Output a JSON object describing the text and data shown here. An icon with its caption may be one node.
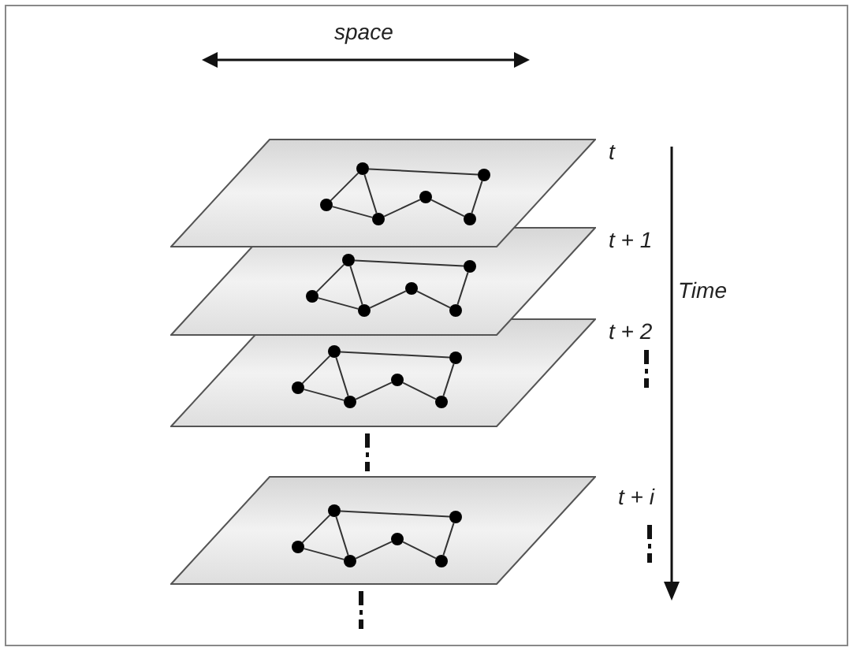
{
  "diagram": {
    "nodes": [
      {
        "text": [],
        "shape": "plane",
        "beside": [
          "t"
        ]
      },
      {
        "text": [],
        "shape": "circle",
        "in": 0
      },
      {
        "text": [],
        "shape": "circle",
        "in": 0
      },
      {
        "text": [],
        "shape": "circle",
        "in": 0
      },
      {
        "text": [],
        "shape": "circle",
        "in": 0
      },
      {
        "text": [],
        "shape": "circle",
        "in": 0
      },
      {
        "text": [],
        "shape": "circle",
        "in": 0
      },
      {
        "text": [],
        "shape": "plane",
        "beside": [
          "t + 1"
        ]
      },
      {
        "text": [],
        "shape": "circle",
        "in": 7
      },
      {
        "text": [],
        "shape": "circle",
        "in": 7
      },
      {
        "text": [],
        "shape": "circle",
        "in": 7
      },
      {
        "text": [],
        "shape": "circle",
        "in": 7
      },
      {
        "text": [],
        "shape": "circle",
        "in": 7
      },
      {
        "text": [],
        "shape": "circle",
        "in": 7
      },
      {
        "text": [],
        "shape": "plane",
        "beside": [
          "t + 2"
        ]
      },
      {
        "text": [],
        "shape": "circle",
        "in": 14
      },
      {
        "text": [],
        "shape": "circle",
        "in": 14
      },
      {
        "text": [],
        "shape": "circle",
        "in": 14
      },
      {
        "text": [],
        "shape": "circle",
        "in": 14
      },
      {
        "text": [],
        "shape": "circle",
        "in": 14
      },
      {
        "text": [],
        "shape": "circle",
        "in": 14
      },
      {
        "text": [],
        "shape": "plane",
        "beside": [
          "t + *i*"
        ]
      },
      {
        "text": [],
        "shape": "circle",
        "in": 21
      },
      {
        "text": [],
        "shape": "circle",
        "in": 21
      },
      {
        "text": [],
        "shape": "circle",
        "in": 21
      },
      {
        "text": [],
        "shape": "circle",
        "in": 21
      },
      {
        "text": [],
        "shape": "circle",
        "in": 21
      },
      {
        "text": [],
        "shape": "circle",
        "in": 21
      }
    ],
    "edges": [
      {
        "from": 1,
        "to": 2,
        "arrow": "none"
      },
      {
        "from": 1,
        "to": 3,
        "arrow": "none"
      },
      {
        "from": 1,
        "to": 4,
        "arrow": "none"
      },
      {
        "from": 3,
        "to": 4,
        "arrow": "none"
      },
      {
        "from": 4,
        "to": 5,
        "arrow": "none"
      },
      {
        "from": 5,
        "to": 6,
        "arrow": "none"
      },
      {
        "from": 6,
        "to": 2,
        "arrow": "none"
      },
      {
        "from": 8,
        "to": 9,
        "arrow": "none"
      },
      {
        "from": 8,
        "to": 10,
        "arrow": "none"
      },
      {
        "from": 8,
        "to": 11,
        "arrow": "none"
      },
      {
        "from": 10,
        "to": 11,
        "arrow": "none"
      },
      {
        "from": 11,
        "to": 12,
        "arrow": "none"
      },
      {
        "from": 12,
        "to": 13,
        "arrow": "none"
      },
      {
        "from": 13,
        "to": 9,
        "arrow": "none"
      },
      {
        "from": 15,
        "to": 16,
        "arrow": "none"
      },
      {
        "from": 15,
        "to": 17,
        "arrow": "none"
      },
      {
        "from": 15,
        "to": 18,
        "arrow": "none"
      },
      {
        "from": 17,
        "to": 18,
        "arrow": "none"
      },
      {
        "from": 18,
        "to": 19,
        "arrow": "none"
      },
      {
        "from": 19,
        "to": 20,
        "arrow": "none"
      },
      {
        "from": 20,
        "to": 16,
        "arrow": "none"
      },
      {
        "from": 22,
        "to": 23,
        "arrow": "none"
      },
      {
        "from": 22,
        "to": 24,
        "arrow": "none"
      },
      {
        "from": 22,
        "to": 25,
        "arrow": "none"
      },
      {
        "from": 24,
        "to": 25,
        "arrow": "none"
      },
      {
        "from": 25,
        "to": 26,
        "arrow": "none"
      },
      {
        "from": 26,
        "to": 27,
        "arrow": "none"
      },
      {
        "from": 27,
        "to": 23,
        "arrow": "none"
      }
    ],
    "labels": [
      "space",
      "Time"
    ]
  }
}
